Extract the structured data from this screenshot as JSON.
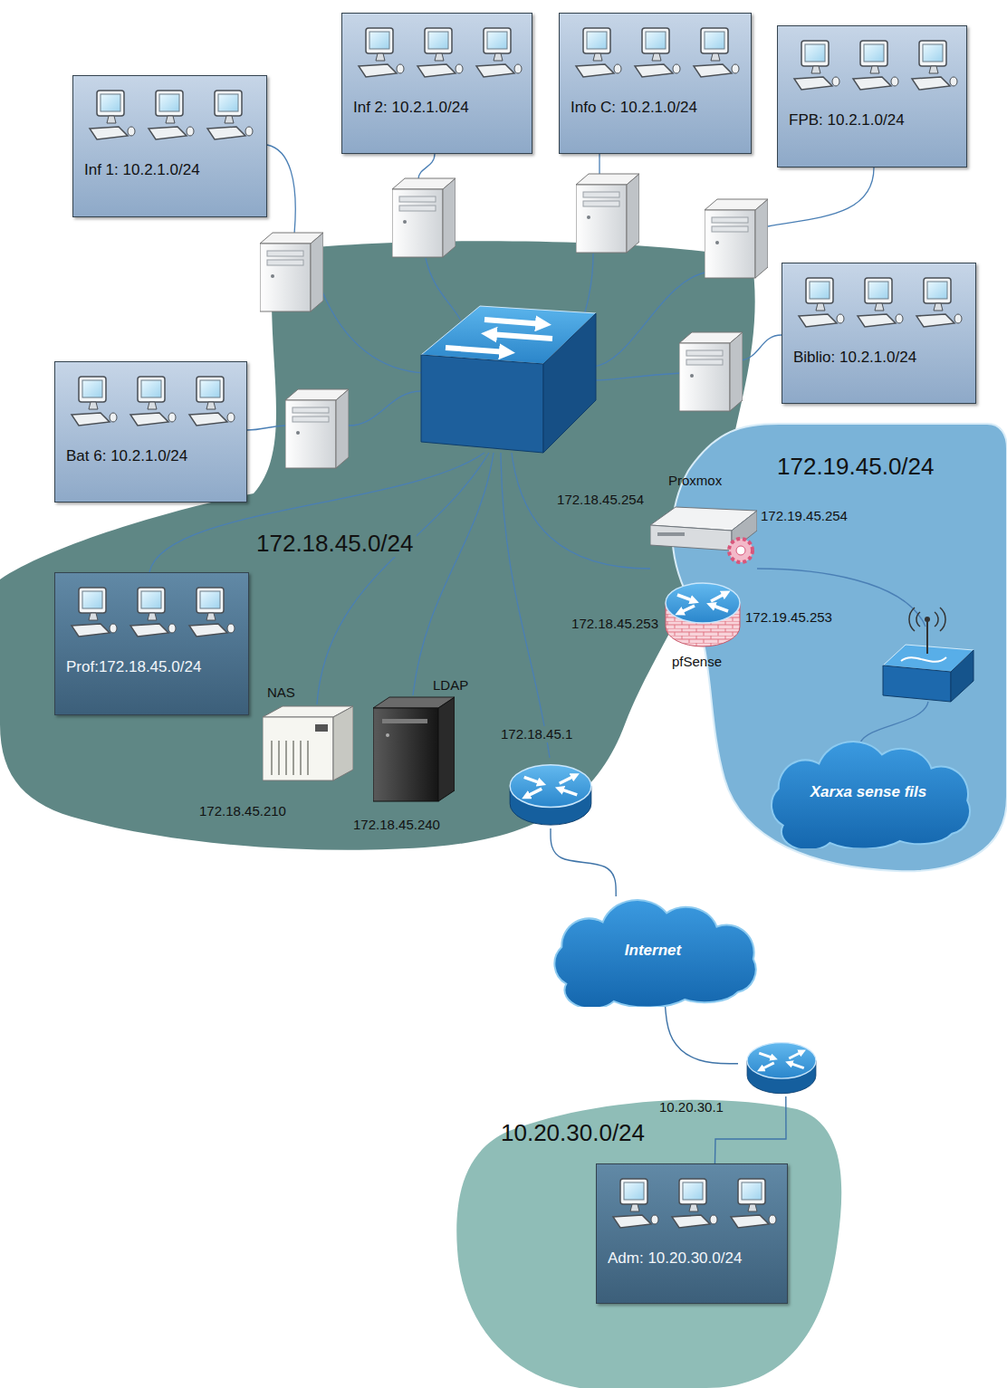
{
  "diagram": {
    "nodes": [
      {
        "text": [
          "Inf 1: 10.2.1.0/24"
        ]
      },
      {
        "text": [
          "Inf 2: 10.2.1.0/24"
        ]
      },
      {
        "text": [
          "Info C: 10.2.1.0/24"
        ]
      },
      {
        "text": [
          "FPB: 10.2.1.0/24"
        ]
      },
      {
        "text": [
          "Biblio: 10.2.1.0/24"
        ]
      },
      {
        "text": [
          "Bat 6: 10.2.1.0/24"
        ]
      },
      {
        "text": [
          "172.18.45.0/24"
        ]
      },
      {
        "text": [
          "Prof:172.18.45.0/24"
        ],
        "in": 6
      },
      {
        "text": [
          "NAS",
          "172.18.45.210"
        ],
        "in": 6
      },
      {
        "text": [
          "LDAP",
          "172.18.45.240"
        ],
        "in": 6
      },
      {
        "text": [
          "172.18.45.1"
        ],
        "in": 6
      },
      {
        "text": [
          "172.19.45.0/24"
        ]
      },
      {
        "text": [
          "Proxmox",
          "172.18.45.254",
          "172.19.45.254"
        ]
      },
      {
        "text": [
          "pfSense",
          "172.18.45.253",
          "172.19.45.253"
        ]
      },
      {
        "text": [
          "Xarxa sense fils"
        ],
        "in": 11
      },
      {
        "text": [
          "Internet"
        ]
      },
      {
        "text": [
          "10.20.30.1"
        ]
      },
      {
        "text": [
          "10.20.30.0/24"
        ]
      },
      {
        "text": [
          "Adm: 10.20.30.0/24"
        ],
        "in": 17
      }
    ],
    "edges": [
      {
        "from": 10,
        "to": 15,
        "arrow": "none"
      },
      {
        "from": 15,
        "to": 16,
        "arrow": "none"
      },
      {
        "from": 16,
        "to": 18,
        "arrow": "none"
      }
    ]
  }
}
